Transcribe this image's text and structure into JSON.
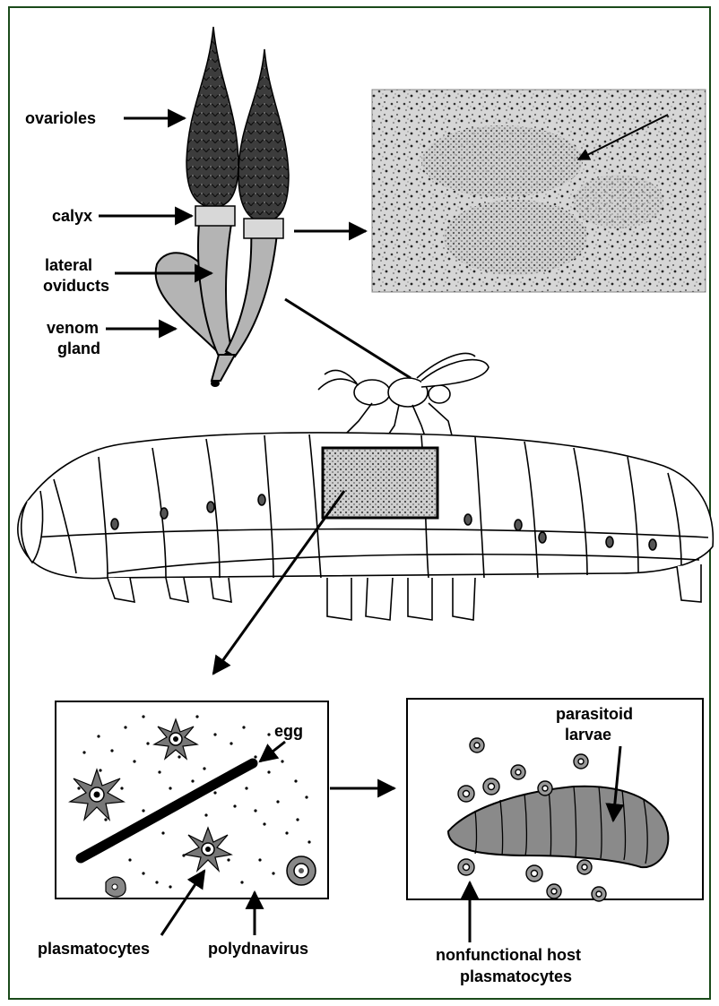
{
  "labels": {
    "ovarioles": "ovarioles",
    "calyx": "calyx",
    "lateral_oviducts_1": "lateral",
    "lateral_oviducts_2": "oviducts",
    "venom_gland_1": "venom",
    "venom_gland_2": "gland",
    "egg": "egg",
    "plasmatocytes": "plasmatocytes",
    "polydnavirus": "polydnavirus",
    "parasitoid_larvae_1": "parasitoid",
    "parasitoid_larvae_2": "larvae",
    "nonfunctional_1": "nonfunctional host",
    "nonfunctional_2": "plasmatocytes"
  },
  "colors": {
    "frame": "#1a4a1a",
    "ovariole": "#3c3c3c",
    "tube": "#b4b4b4",
    "ink": "#000000",
    "larva": "#8a8a8a"
  },
  "icons": [
    "arrow-icon",
    "ovary-diagram",
    "micrograph-panel",
    "wasp-icon",
    "caterpillar-icon",
    "egg-icon",
    "plasmatocyte-icon",
    "larva-icon"
  ]
}
